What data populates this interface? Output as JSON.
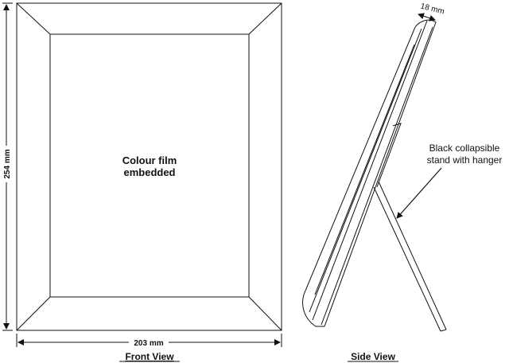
{
  "front_view": {
    "caption": "Front View",
    "center_label_line1": "Colour film",
    "center_label_line2": "embedded",
    "height_label": "254 mm",
    "width_label": "203 mm"
  },
  "side_view": {
    "caption": "Side View",
    "depth_label": "18 mm",
    "stand_label_line1": "Black collapsible",
    "stand_label_line2": "stand with hanger"
  },
  "colors": {
    "line": "#111111",
    "background": "#ffffff"
  }
}
